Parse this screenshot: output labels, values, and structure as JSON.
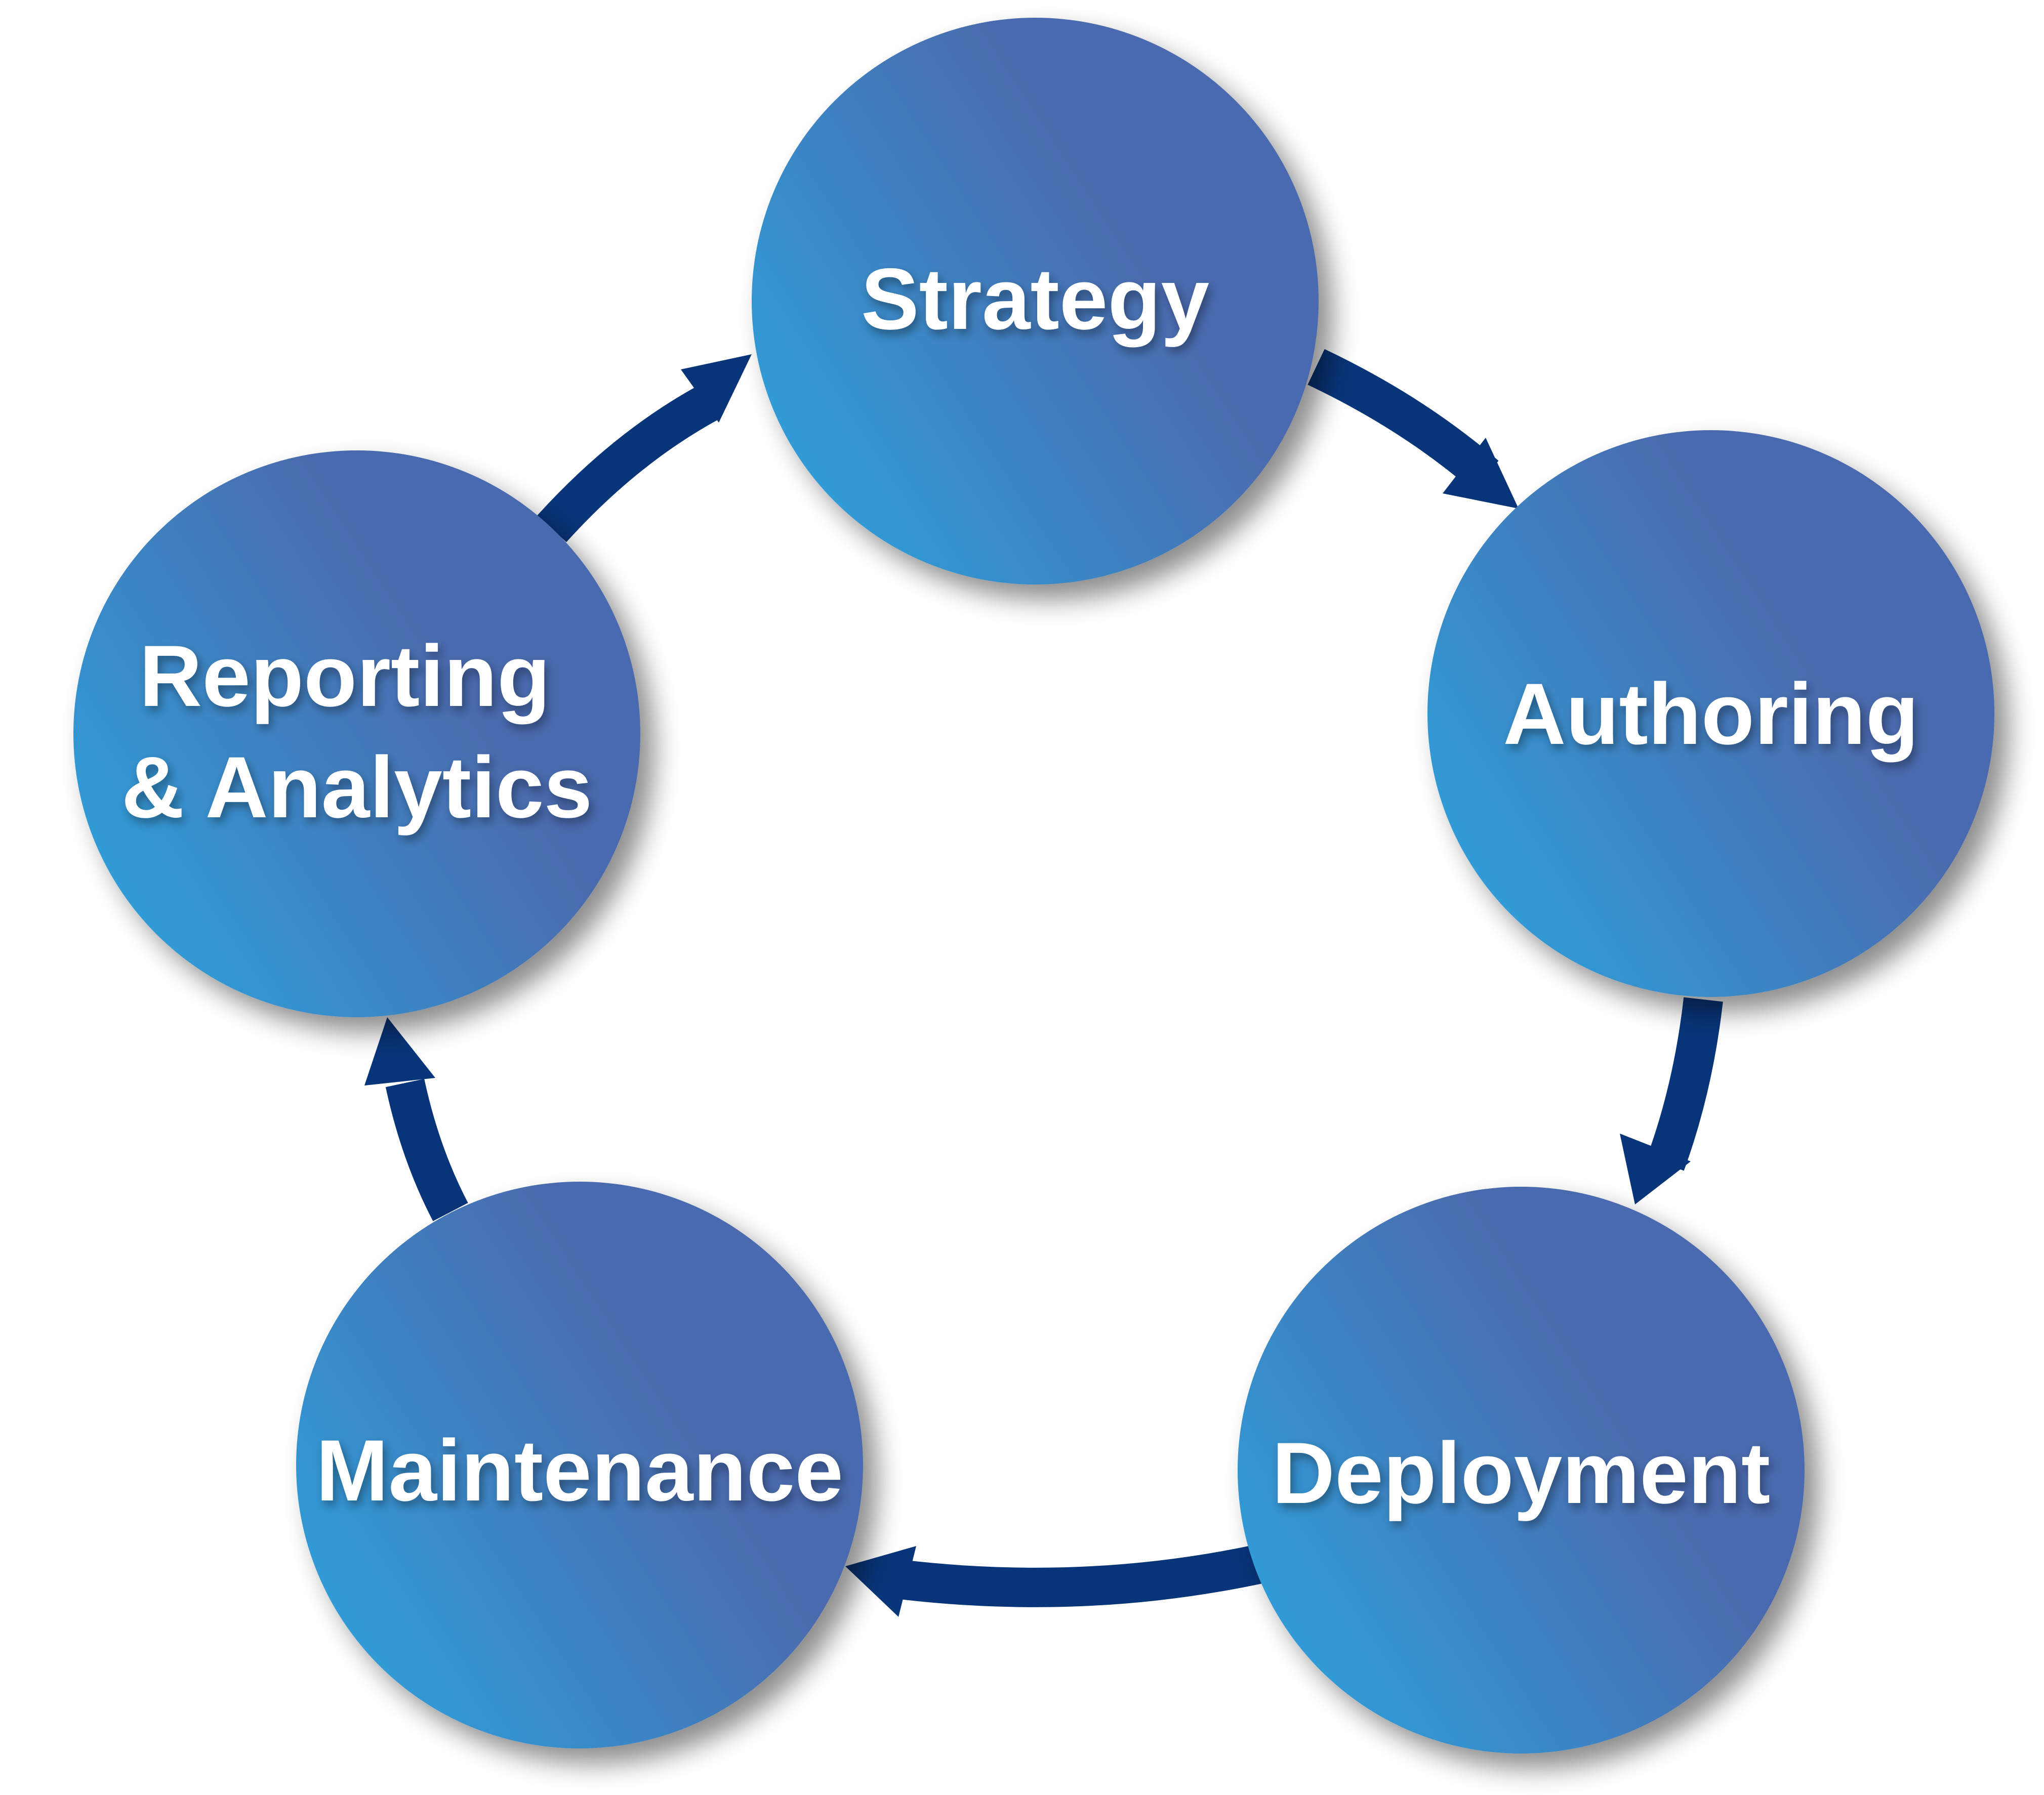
{
  "diagram": {
    "type": "cycle",
    "colors": {
      "circle_gradient_light": "#29A8E1",
      "circle_gradient_dark": "#4A6BAE",
      "arrow": "#083579",
      "label_text": "#FFFFFF",
      "background": "#FFFFFF"
    },
    "stages": [
      {
        "label_lines": [
          "Strategy"
        ]
      },
      {
        "label_lines": [
          "Authoring"
        ]
      },
      {
        "label_lines": [
          "Deployment"
        ]
      },
      {
        "label_lines": [
          "Maintenance"
        ]
      },
      {
        "label_lines": [
          "Reporting",
          "& Analytics"
        ]
      }
    ],
    "connections": [
      {
        "from": "Strategy",
        "to": "Authoring"
      },
      {
        "from": "Authoring",
        "to": "Deployment"
      },
      {
        "from": "Deployment",
        "to": "Maintenance"
      },
      {
        "from": "Maintenance",
        "to": "Reporting & Analytics"
      },
      {
        "from": "Reporting & Analytics",
        "to": "Strategy"
      }
    ]
  }
}
